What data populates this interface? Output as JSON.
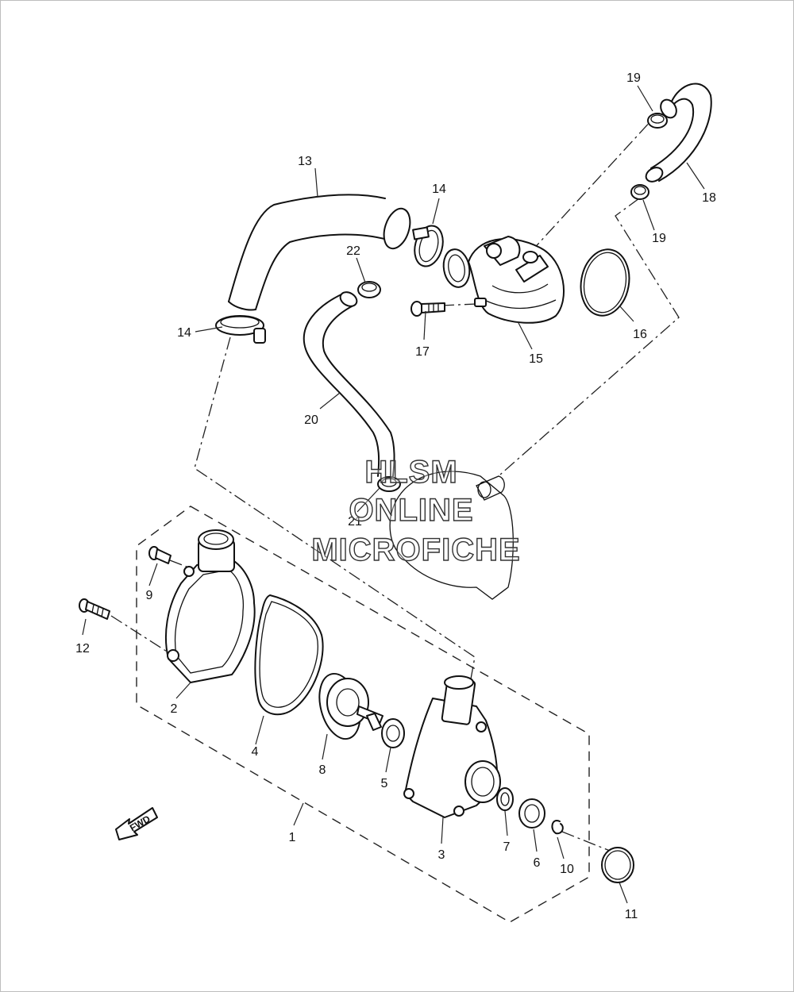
{
  "diagram": {
    "fwd_label": "FWD",
    "callouts": [
      "19",
      "13",
      "14",
      "18",
      "22",
      "19",
      "14",
      "16",
      "17",
      "15",
      "20",
      "21",
      "9",
      "12",
      "2",
      "4",
      "8",
      "5",
      "1",
      "3",
      "7",
      "6",
      "10",
      "11"
    ]
  },
  "watermark": {
    "lines": [
      "HLSM",
      "ONLINE",
      "MICROFICHE"
    ]
  }
}
